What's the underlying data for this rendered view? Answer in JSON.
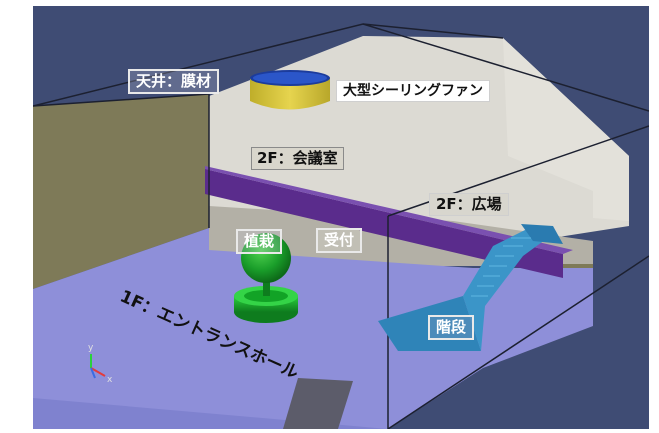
{
  "labels": {
    "ceiling": "天井：膜材",
    "fan": "大型シーリングファン",
    "conference": "2F：会議室",
    "plaza": "2F：広場",
    "plants": "植栽",
    "reception": "受付",
    "entrance": "1F：エントランスホール",
    "stairs": "階段"
  },
  "axis": {
    "y": "y",
    "x": "x"
  },
  "colors": {
    "background": "#3f4c74",
    "floor": "#8e8fd9",
    "wall_light": "#dedcd5",
    "wall_olive": "#7d7a57",
    "beam": "#5a2c8c",
    "stairs": "#2f84b8",
    "plant": "#1c9a2a",
    "fan_top": "#1c3c9c",
    "fan_body": "#d8c43a"
  }
}
